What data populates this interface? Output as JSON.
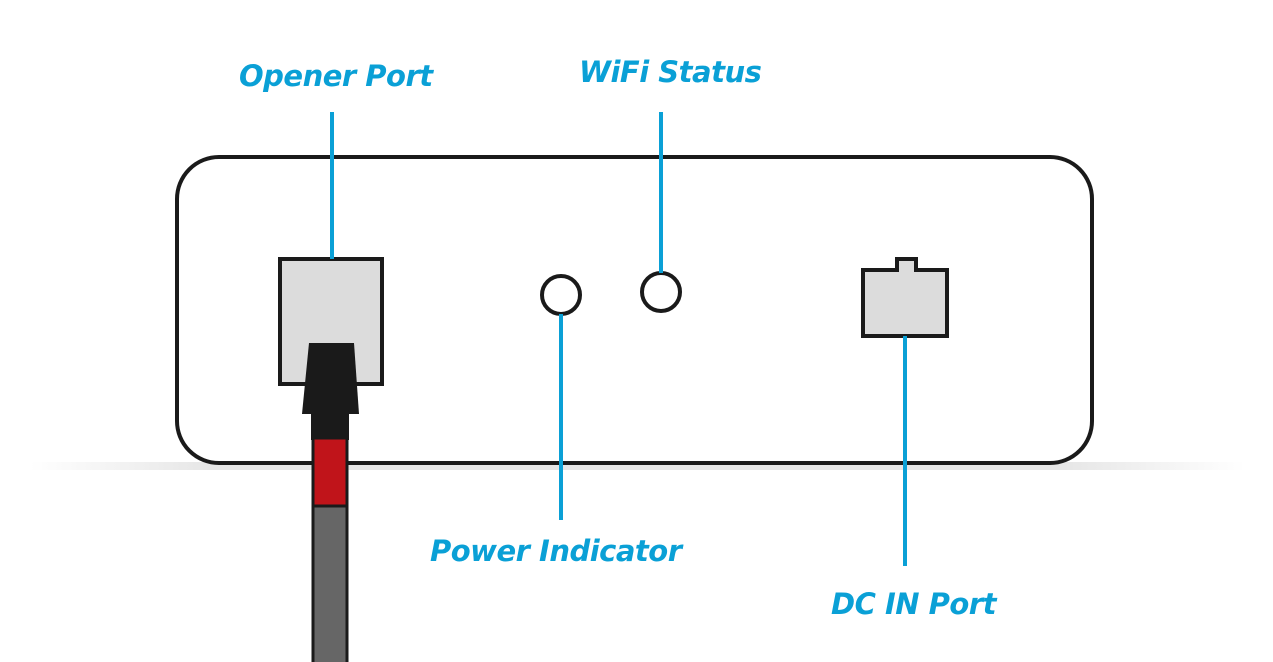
{
  "labels": {
    "opener_port": "Opener Port",
    "wifi_status": "WiFi Status",
    "power_indicator": "Power Indicator",
    "dc_in_port": "DC IN Port"
  },
  "colors": {
    "accent": "#0aa0d6",
    "outline": "#1a1a1a",
    "port_fill": "#dcdcdc",
    "cable_red": "#c0141a",
    "cable_gray": "#666666",
    "shadow": "#ebebeb"
  }
}
